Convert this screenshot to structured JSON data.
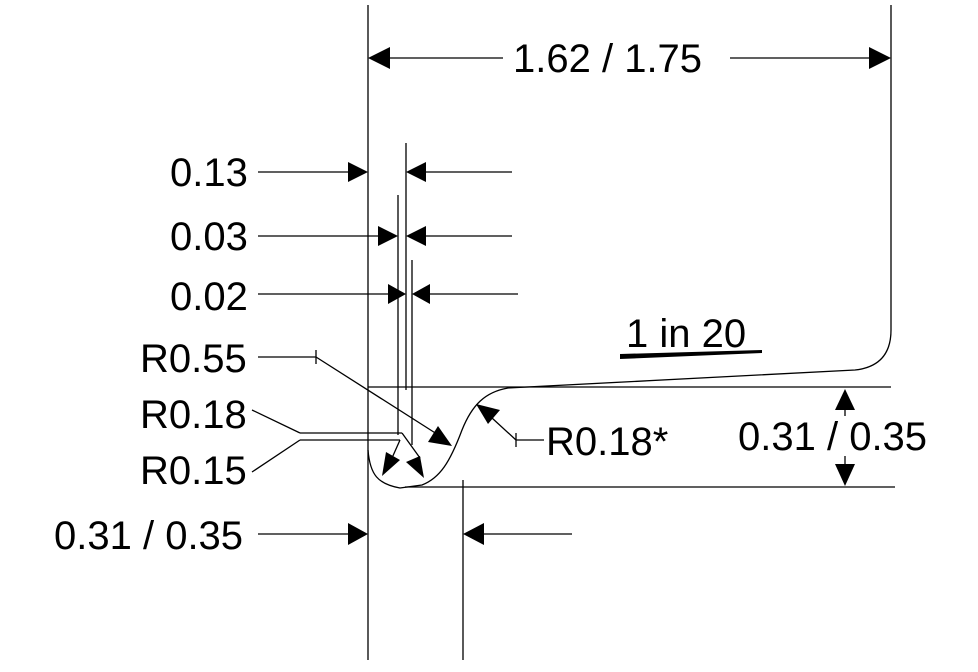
{
  "drawing": {
    "overall_width": "1.62 / 1.75",
    "dim_013": "0.13",
    "dim_003": "0.03",
    "dim_002": "0.02",
    "radius_055": "R0.55",
    "radius_018": "R0.18",
    "radius_015": "R0.15",
    "radius_018_star": "R0.18*",
    "slope": "1 in 20",
    "height": "0.31 / 0.35",
    "bottom_width": "0.31 / 0.35"
  },
  "colors": {
    "line": "#000000",
    "background": "#ffffff"
  }
}
